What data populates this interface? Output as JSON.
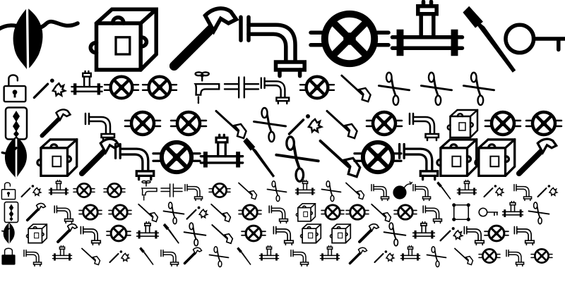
{
  "sheet": {
    "background": "#ffffff",
    "ink": "#000000",
    "rows": [
      {
        "row": 1,
        "icons": [
          "leaf-vine-icon",
          "puzzle-cube-icon",
          "hammer-icon",
          "elbow-pipe-icon",
          "valve-wheel-icon",
          "tee-pipe-icon",
          "knife-icon",
          "key-icon"
        ]
      },
      {
        "row": 2,
        "icons": [
          "padlock-open-icon",
          "match-spark-icon",
          "tee-pipe-icon",
          "valve-wheel-icon",
          "valve-wheel-icon",
          "faucet-icon",
          "pipe-joint-icon",
          "elbow-pipe-icon",
          "valve-wheel-icon",
          "axe-icon",
          "scissors-icon",
          "scissors-icon",
          "scissors-icon"
        ]
      },
      {
        "row": 3,
        "icons": [
          "diamond-card-icon",
          "hammer-icon",
          "elbow-pipe-icon",
          "valve-wheel-icon",
          "valve-wheel-icon",
          "axe-icon",
          "scissors-icon",
          "match-spark-icon",
          "axe-icon",
          "valve-wheel-icon",
          "elbow-pipe-icon",
          "puzzle-cube-icon",
          "valve-wheel-icon",
          "valve-wheel-icon"
        ]
      },
      {
        "row": 4,
        "icons": [
          "leaf-icon",
          "puzzle-cube-icon",
          "hammer-icon",
          "elbow-pipe-icon",
          "valve-wheel-icon",
          "tee-pipe-icon",
          "knife-icon",
          "scissors-icon",
          "axe-icon",
          "valve-wheel-icon",
          "elbow-pipe-icon",
          "puzzle-cube-icon",
          "puzzle-cube-icon",
          "hammer-icon",
          "scissors-icon"
        ]
      },
      {
        "row": 5,
        "icons": [
          "padlock-open-icon",
          "match-spark-icon",
          "tee-pipe-icon",
          "valve-wheel-icon",
          "valve-wheel-icon",
          "faucet-icon",
          "pipe-joint-icon",
          "elbow-pipe-icon",
          "valve-wheel-icon",
          "axe-icon",
          "scissors-icon",
          "tee-pipe-icon",
          "scissors-icon",
          "axe-icon",
          "elbow-pipe-icon",
          "bomb-icon",
          "elbow-pipe-icon",
          "knife-icon",
          "tee-pipe-icon",
          "match-spark-icon",
          "elbow-pipe-icon",
          "match-spark-icon",
          "elbow-pipe-icon"
        ]
      },
      {
        "row": 6,
        "icons": [
          "diamond-card-icon",
          "hammer-icon",
          "elbow-pipe-icon",
          "valve-wheel-icon",
          "valve-wheel-icon",
          "axe-icon",
          "scissors-icon",
          "match-spark-icon",
          "axe-icon",
          "valve-wheel-icon",
          "elbow-pipe-icon",
          "puzzle-cube-icon",
          "valve-wheel-icon",
          "valve-wheel-icon",
          "axe-icon",
          "valve-wheel-icon",
          "elbow-pipe-icon",
          "square-frame-icon",
          "key-icon",
          "tee-pipe-icon",
          "scissors-icon",
          "elbow-pipe-icon",
          "axe-icon"
        ]
      },
      {
        "row": 7,
        "icons": [
          "leaf-icon",
          "puzzle-cube-icon",
          "hammer-icon",
          "elbow-pipe-icon",
          "valve-wheel-icon",
          "tee-pipe-icon",
          "knife-icon",
          "scissors-icon",
          "axe-icon",
          "valve-wheel-icon",
          "elbow-pipe-icon",
          "puzzle-cube-icon",
          "puzzle-cube-icon",
          "hammer-icon",
          "scissors-icon",
          "tee-pipe-icon",
          "match-spark-icon",
          "elbow-pipe-icon",
          "valve-wheel-icon",
          "elbow-pipe-icon",
          "match-spark-icon",
          "cloud-lightning-icon",
          "match-spark-icon"
        ]
      },
      {
        "row": 8,
        "icons": [
          "padlock-closed-icon",
          "elbow-pipe-icon",
          "tee-pipe-icon",
          "axe-icon",
          "match-spark-icon",
          "knife-icon",
          "elbow-pipe-icon",
          "hammer-icon",
          "scissors-icon",
          "knife-icon",
          "tee-pipe-icon",
          "elbow-pipe-icon",
          "tee-pipe-icon",
          "hammer-icon",
          "match-spark-icon",
          "tee-pipe-icon",
          "scissors-icon",
          "axe-icon",
          "valve-wheel-icon",
          "elbow-pipe-icon",
          "valve-wheel-icon",
          "puzzle-cube-icon",
          "valve-wheel-icon",
          "valve-wheel-icon",
          "elbow-pipe-icon"
        ]
      }
    ]
  }
}
